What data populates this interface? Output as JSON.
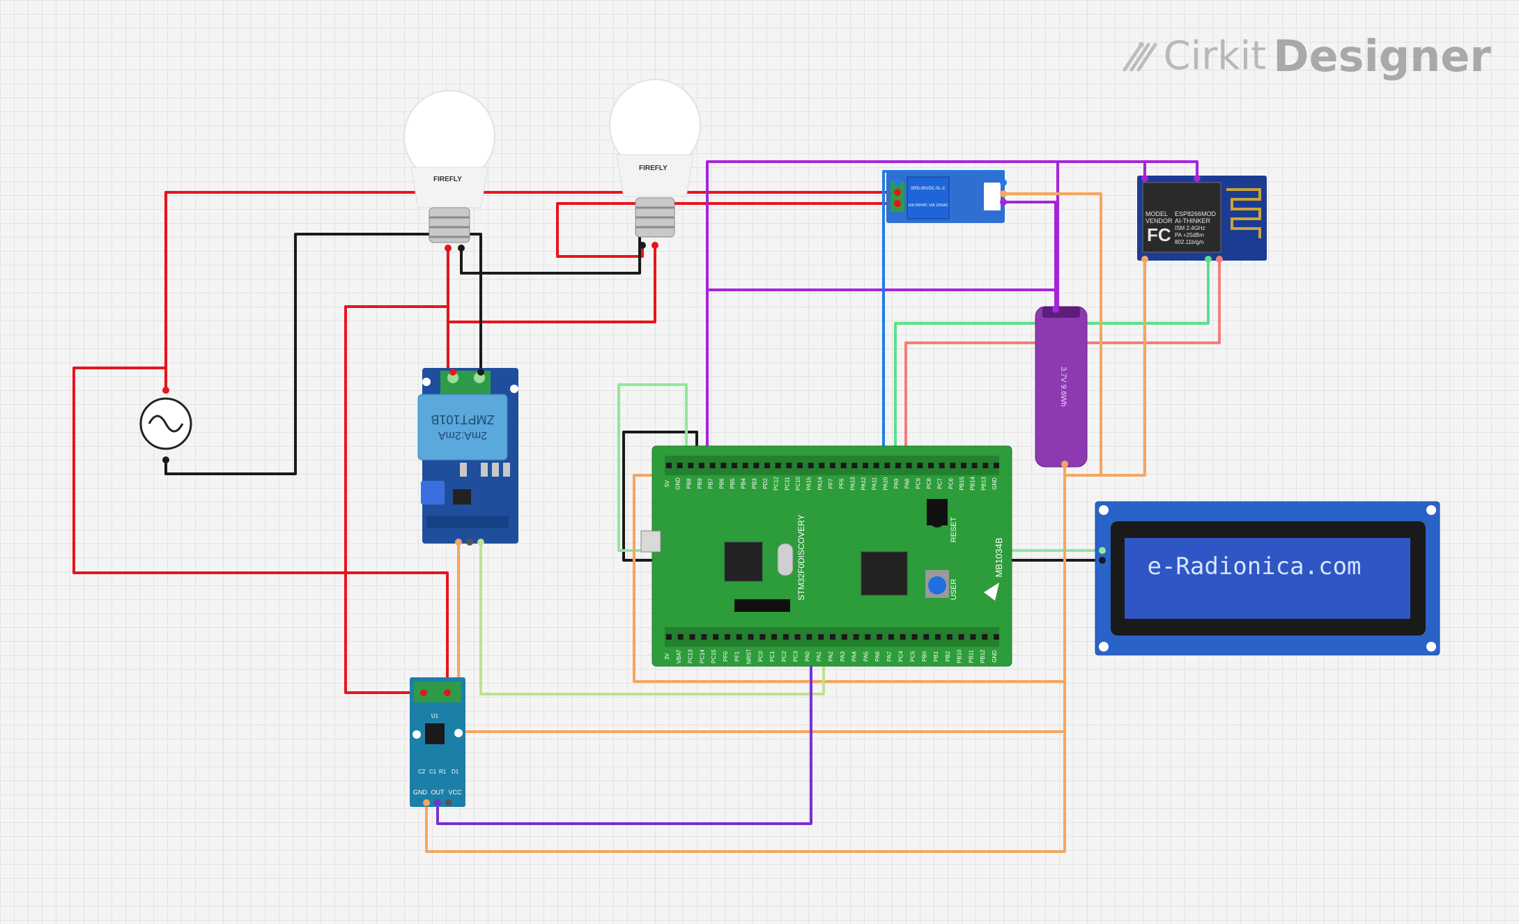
{
  "branding": {
    "name": "Cirkit",
    "product": "Designer"
  },
  "components": {
    "bulb_left_label": "FIREFLY",
    "bulb_right_label": "FIREFLY",
    "voltage_sensor_label": "ZMPT101B",
    "voltage_sensor_rating": "2mA:2mA",
    "relay_label": "SRD-05VDC-SL-C",
    "relay_specs": "10A 250VAC 10A 125VAC",
    "esp_model": "ESP8266MOD",
    "esp_vendor": "AI-THINKER",
    "esp_specs": [
      "MODEL",
      "VENDOR",
      "ISM 2.4GHz",
      "PA +25dBm",
      "802.11b/g/n"
    ],
    "esp_fcc": "FC",
    "battery_label": "3.7V 9.6Wh",
    "board_name": "MB1034B",
    "board_subtitle": "STM32F0DISCOVERY",
    "board_reset": "RESET",
    "board_user": "USER",
    "board_pins_top": [
      "5V",
      "GND",
      "PB8",
      "PB9",
      "PB7",
      "PB6",
      "PB5",
      "PB4",
      "PB3",
      "PD2",
      "PC12",
      "PC11",
      "PC10",
      "PA15",
      "PA14",
      "PF7",
      "PF6",
      "PA13",
      "PA12",
      "PA11",
      "PA10",
      "PA9",
      "PA8",
      "PC9",
      "PC8",
      "PC7",
      "PC6",
      "PB15",
      "PB14",
      "PB13",
      "GND"
    ],
    "board_pins_bottom": [
      "3V",
      "VBAT",
      "PC13",
      "PC14",
      "PC15",
      "PF0",
      "PF1",
      "NRST",
      "PC0",
      "PC1",
      "PC2",
      "PC3",
      "PA0",
      "PA1",
      "PA2",
      "PA3",
      "PA4",
      "PA5",
      "PA6",
      "PA7",
      "PC4",
      "PC5",
      "PB0",
      "PB1",
      "PB2",
      "PB10",
      "PB11",
      "PB12",
      "GND"
    ],
    "lcd_text": "e-Radionica.com",
    "current_sensor_pins": [
      "GND",
      "OUT",
      "VCC"
    ],
    "current_sensor_refs": [
      "U1",
      "C2",
      "C1",
      "R1",
      "D1"
    ]
  },
  "colors": {
    "red": "#e8141b",
    "black": "#1a1a1a",
    "purple": "#a425d9",
    "orange": "#f5a660",
    "blue": "#1f7ce6",
    "green": "#5be08a",
    "lightgreen": "#bfe08f",
    "pink": "#f08077",
    "violet": "#7a2fd0",
    "pcb_green": "#2d9c3a",
    "lcd_blue": "#2f56c4"
  }
}
